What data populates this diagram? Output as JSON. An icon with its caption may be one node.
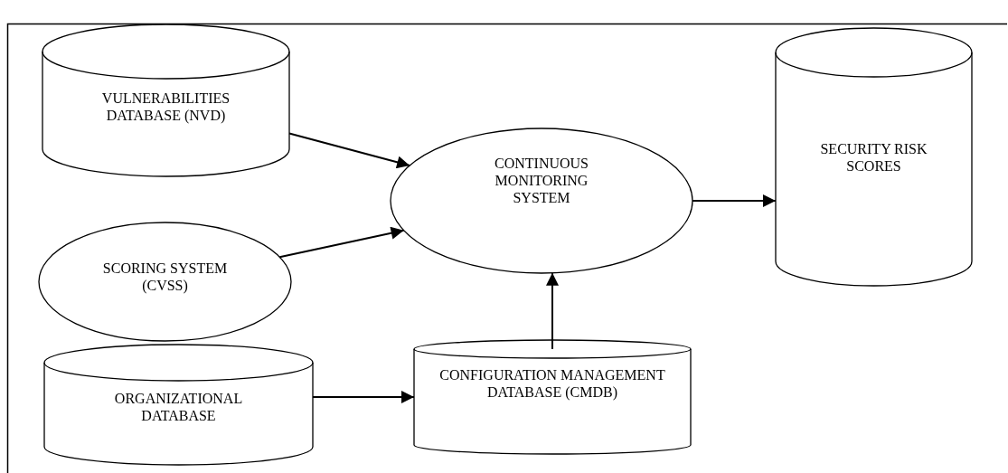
{
  "diagram": {
    "nodes": [
      {
        "text": [
          "VULNERABILITIES DATABASE (NVD)"
        ]
      },
      {
        "text": [
          "SCORING SYSTEM (CVSS)"
        ]
      },
      {
        "text": [
          "CONTINUOUS MONITORING SYSTEM"
        ]
      },
      {
        "text": [
          "SECURITY RISK SCORES"
        ]
      },
      {
        "text": [
          "ORGANIZATIONAL DATABASE"
        ]
      },
      {
        "text": [
          "CONFIGURATION MANAGEMENT DATABASE (CMDB)"
        ]
      }
    ],
    "edges": [
      {
        "from": 0,
        "to": 2,
        "arrow": "to"
      },
      {
        "from": 1,
        "to": 2,
        "arrow": "to"
      },
      {
        "from": 2,
        "to": 3,
        "arrow": "to"
      },
      {
        "from": 5,
        "to": 2,
        "arrow": "to"
      },
      {
        "from": 4,
        "to": 5,
        "arrow": "to"
      }
    ]
  }
}
